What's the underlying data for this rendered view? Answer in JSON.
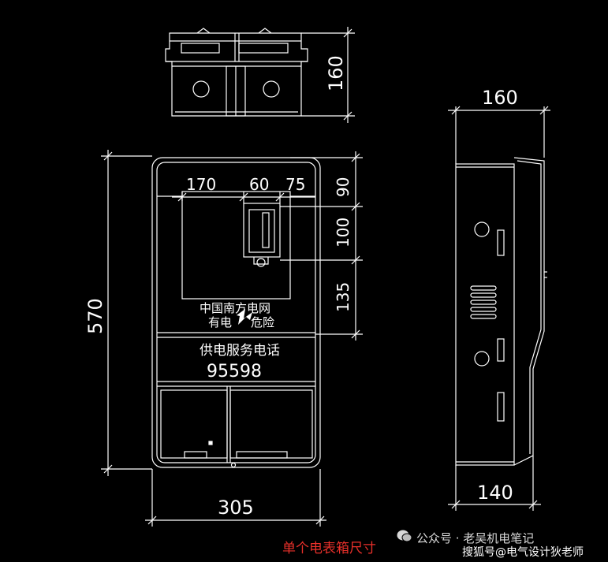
{
  "dimensions": {
    "top_height": "160",
    "side_depth_top": "160",
    "side_depth_bottom": "140",
    "front_height": "570",
    "front_width": "305",
    "width_170": "170",
    "width_60": "60",
    "width_75": "75",
    "height_90": "90",
    "height_100": "100",
    "height_135": "135"
  },
  "panel": {
    "line1": "中国南方电网",
    "line2_left": "有电",
    "line2_right": "危险",
    "service_label": "供电服务电话",
    "service_number": "95598"
  },
  "caption": "单个电表箱尺寸",
  "watermark": {
    "line1": "公众号 · 老吴机电笔记",
    "line2": "搜狐号@电气设计狄老师"
  },
  "colors": {
    "background": "#000000",
    "lines": "#ffffff",
    "caption": "#e8302a"
  }
}
